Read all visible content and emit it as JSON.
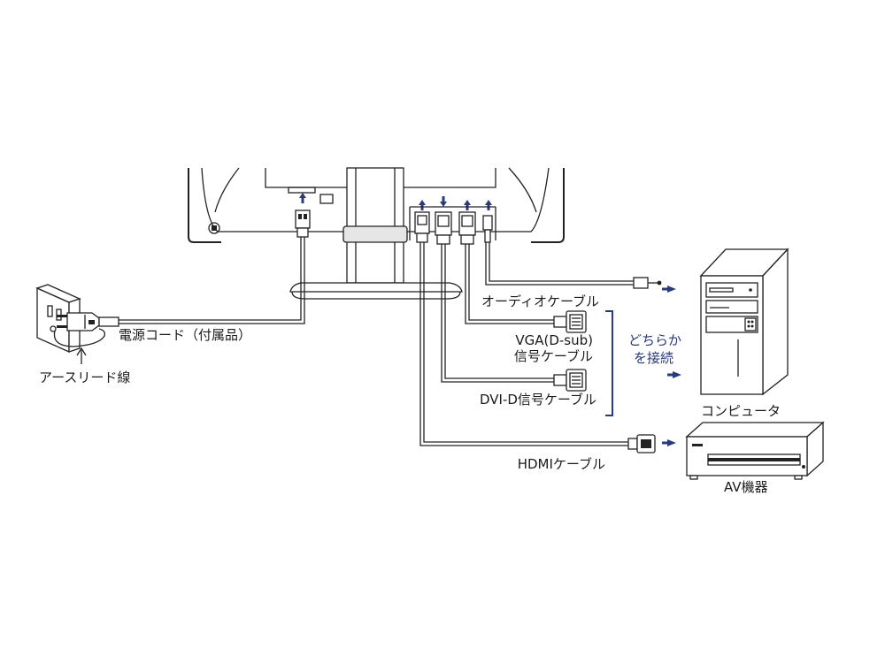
{
  "labels": {
    "power_cord": "電源コード（付属品）",
    "earth_lead": "アースリード線",
    "audio_cable": "オーディオケーブル",
    "vga_cable_line1": "VGA(D-sub)",
    "vga_cable_line2": "信号ケーブル",
    "dvi_cable": "DVI-D信号ケーブル",
    "hdmi_cable": "HDMIケーブル",
    "either_line1": "どちらか",
    "either_line2": "を接続",
    "computer": "コンピュータ",
    "av_device": "AV機器"
  },
  "colors": {
    "accent": "#2b3a78",
    "line": "#222222"
  },
  "icons": [
    "outlet-icon",
    "plug-icon",
    "computer-tower-icon",
    "av-device-icon",
    "connector-arrow-icon"
  ]
}
